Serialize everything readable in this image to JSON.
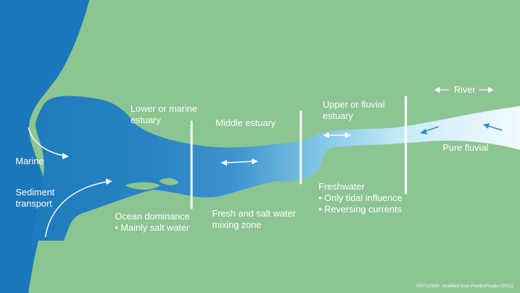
{
  "colors": {
    "land": "#8cc592",
    "ocean": "#1a78ba",
    "channel_mid": "#3d93cf",
    "channel_light": "#a9d8ee",
    "river_light": "#e6f6fd",
    "arrow_dark": "#2f8ac6",
    "white": "#ffffff"
  },
  "labels": {
    "river": "River",
    "lower_estuary": [
      "Lower or marine",
      "estuary"
    ],
    "middle_estuary": "Middle estuary",
    "upper_estuary": [
      "Upper or fluvial",
      "estuary"
    ],
    "pure_fluvial": "Pure fluvial",
    "marine": "Marine",
    "sediment_transport": [
      "Sediment",
      "transport"
    ],
    "ocean_dominance": [
      "Ocean dominance",
      "• Mainly salt water"
    ],
    "fresh_salt_mixing": [
      "Fresh and salt water",
      "mixing zone"
    ],
    "freshwater": [
      "Freshwater",
      "• Only tidal influence",
      "• Reversing currents"
    ]
  },
  "credit": "©RTG2530, modified from Perillo/Picollo (2011)"
}
